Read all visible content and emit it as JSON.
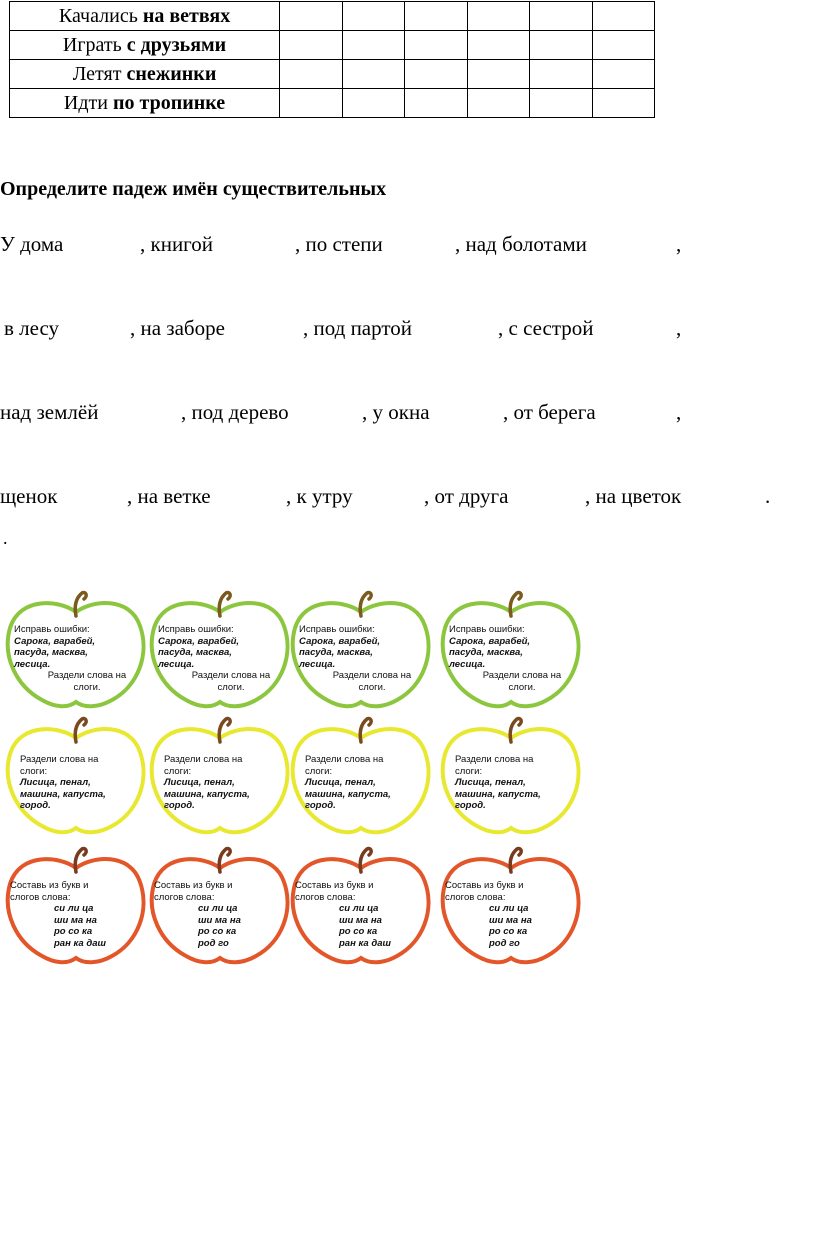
{
  "table": {
    "rows": [
      {
        "plain": "Качались ",
        "bold": "на ветвях"
      },
      {
        "plain": "Играть ",
        "bold": "с друзьями"
      },
      {
        "plain": "Летят ",
        "bold": "снежинки"
      },
      {
        "plain": "Идти ",
        "bold": "по тропинке"
      }
    ],
    "blank_columns": 6
  },
  "task_title": "Определите падеж имён существительных",
  "exercise_lines": [
    [
      "У дома",
      ", книгой",
      ", по степи",
      ", над болотами",
      ","
    ],
    [
      " в лесу",
      ", на заборе",
      ", под партой",
      ", с сестрой",
      ","
    ],
    [
      "над землёй",
      ", под дерево",
      ", у окна",
      ", от берега",
      ","
    ],
    [
      "щенок",
      ", на ветке",
      ", к утру",
      ", от друга",
      ", на цветок",
      "."
    ]
  ],
  "lone_dot": ".",
  "cards": {
    "green": {
      "color": "#8cc63f",
      "stem_color": "#7a5a1e",
      "task1": "Исправь ошибки:",
      "words": [
        "Сарока, варабей,",
        "пасуда, масква,",
        "лесица."
      ],
      "task2": [
        "Раздели слова на",
        "слоги."
      ]
    },
    "yellow": {
      "color": "#e8e830",
      "stem_color": "#7a4a1e",
      "task": [
        "Раздели слова на",
        "слоги:"
      ],
      "words": [
        "Лисица, пенал,",
        "машина, капуста,",
        "город."
      ]
    },
    "red": {
      "color": "#e2562a",
      "stem_color": "#7a3a1e",
      "task": [
        "Составь из букв и",
        "слогов слова:"
      ],
      "syllables_a": [
        "си ли ца",
        "ши ма на",
        "ро со ка",
        "ран ка даш"
      ],
      "syllables_b": [
        "си ли ца",
        "ши ма на",
        "ро со ка",
        "род го"
      ]
    }
  }
}
